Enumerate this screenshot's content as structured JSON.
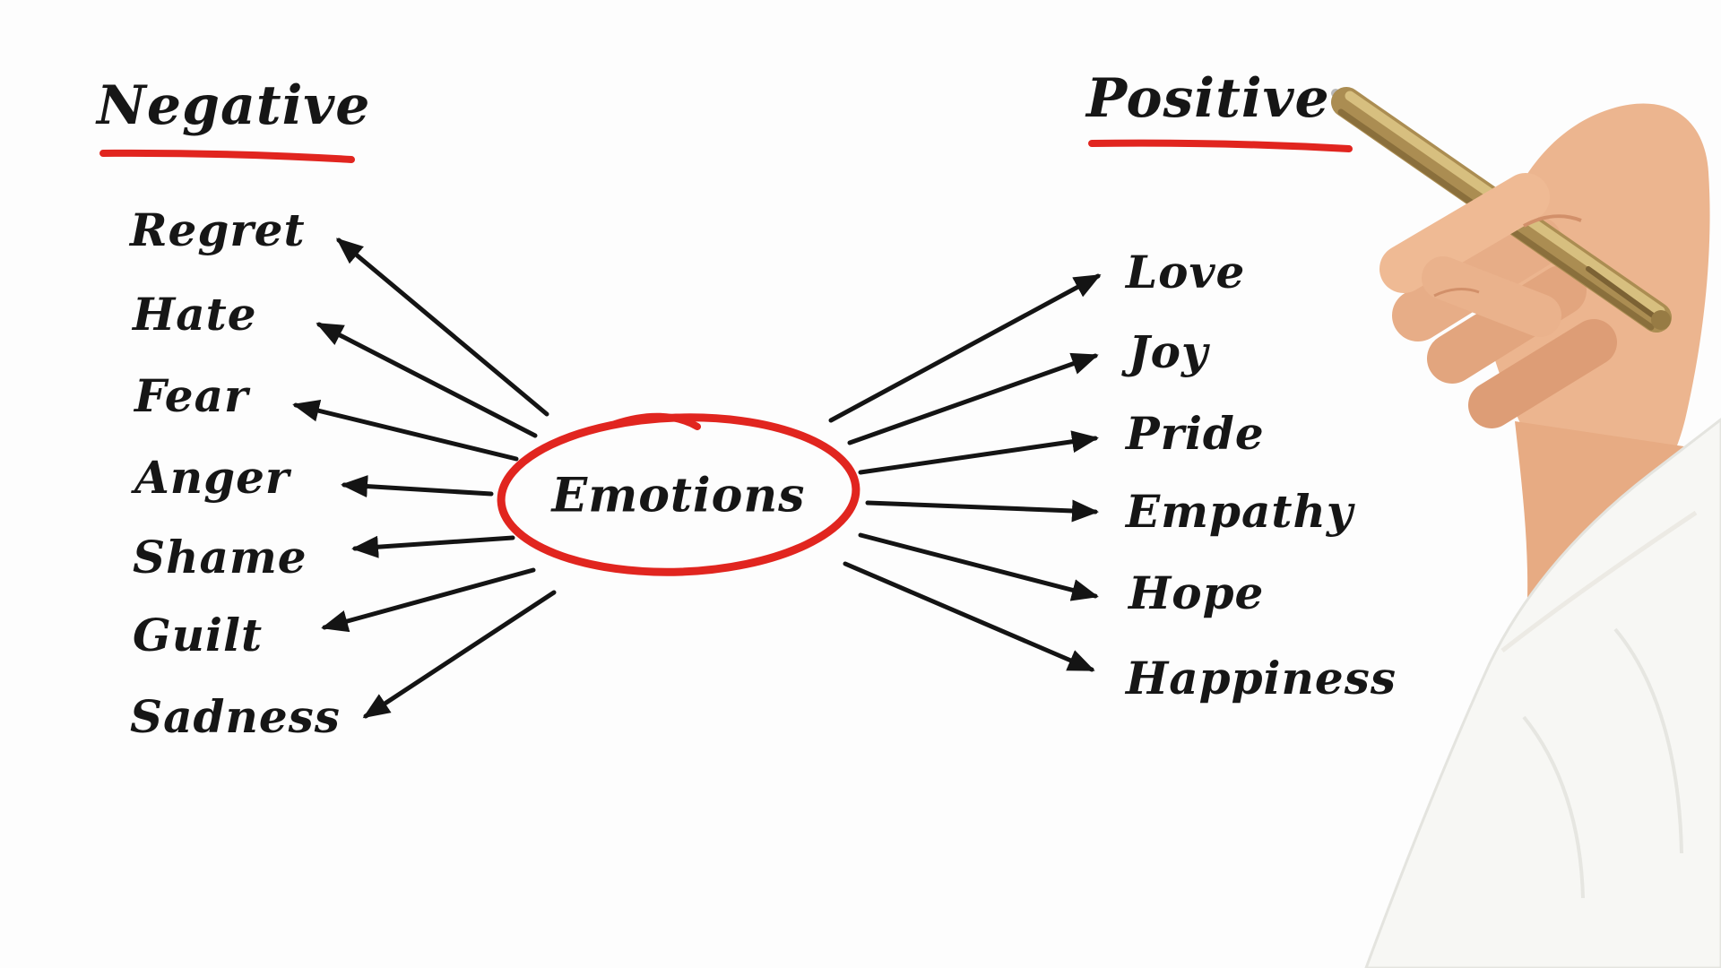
{
  "headers": {
    "negative": "Negative",
    "positive": "Positive"
  },
  "center": {
    "label": "Emotions"
  },
  "negative": {
    "items": [
      "Regret",
      "Hate",
      "Fear",
      "Anger",
      "Shame",
      "Guilt",
      "Sadness"
    ]
  },
  "positive": {
    "items": [
      "Love",
      "Joy",
      "Pride",
      "Empathy",
      "Hope",
      "Happiness"
    ]
  },
  "icons": {
    "hand": "hand-with-pen",
    "pen": "ballpoint-pen"
  },
  "colors": {
    "accent_red": "#e1251f",
    "ink_black": "#161616",
    "pen_gold": "#ab8d52",
    "skin": "#ecb58f",
    "sleeve_white": "#f7f7f4"
  }
}
